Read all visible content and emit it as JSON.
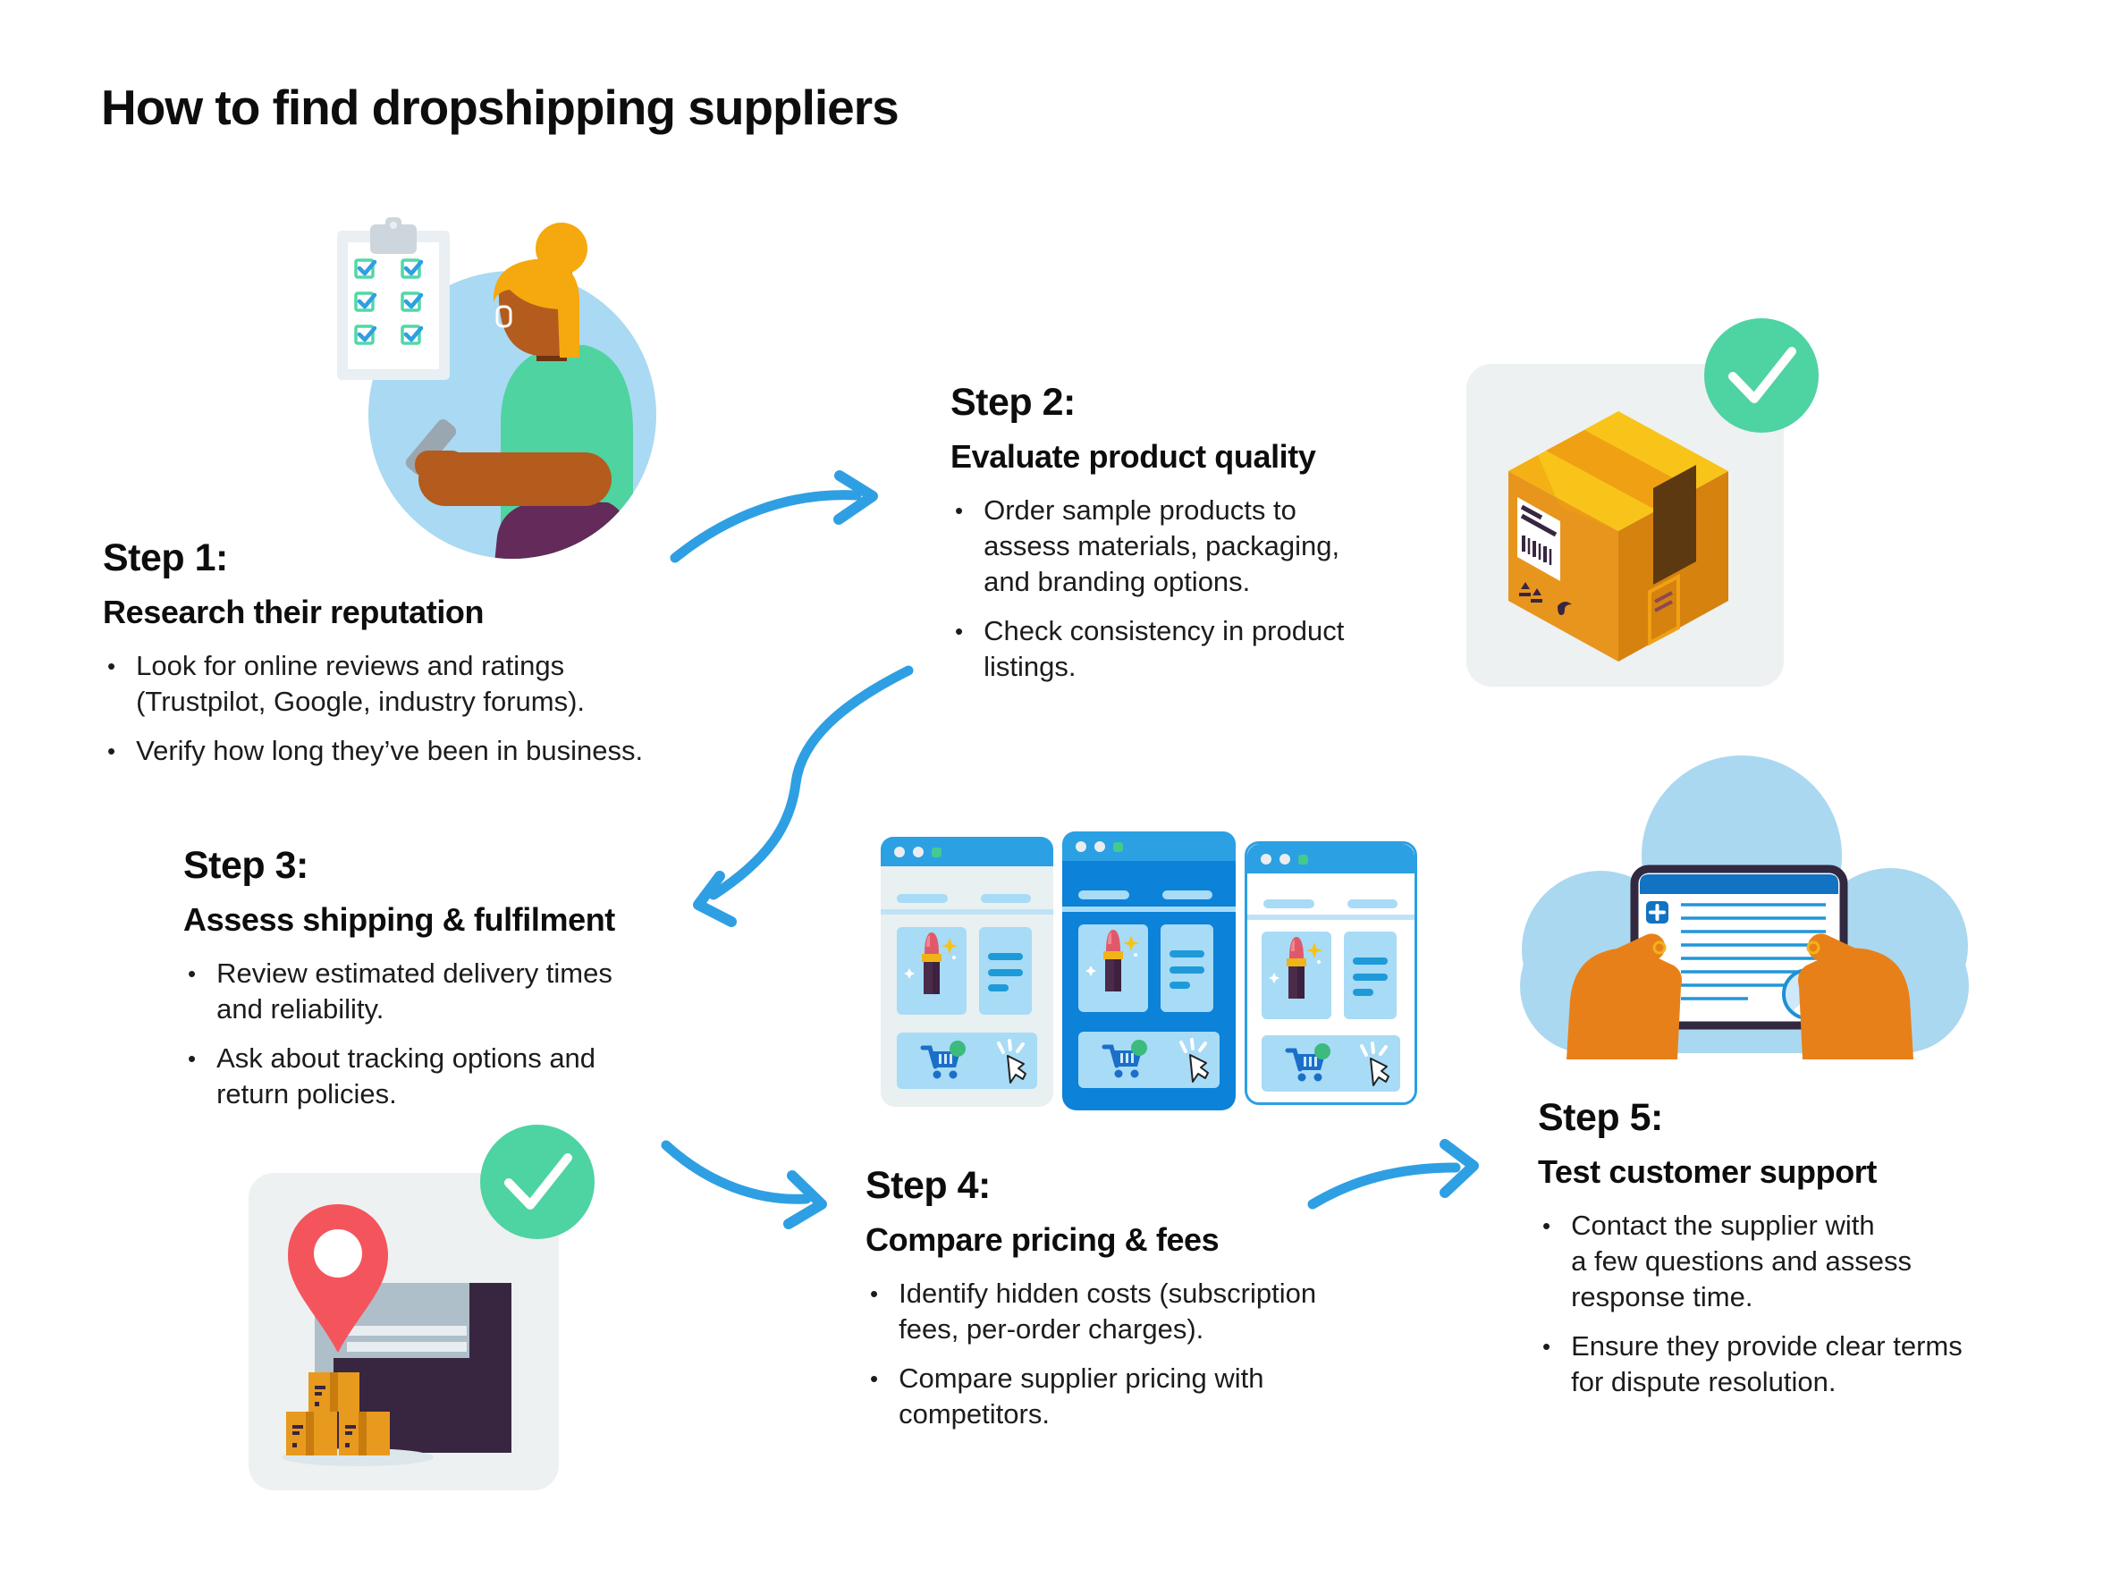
{
  "page": {
    "title": "How to find dropshipping suppliers"
  },
  "steps": [
    {
      "label": "Step 1:",
      "heading": "Research their reputation",
      "bullets": [
        "Look for online reviews and ratings\n(Trustpilot, Google, industry forums).",
        "Verify how long they’ve been in business."
      ]
    },
    {
      "label": "Step 2:",
      "heading": "Evaluate product quality",
      "bullets": [
        "Order sample products to\nassess materials, packaging,\nand branding options.",
        "Check consistency in product\nlistings."
      ]
    },
    {
      "label": "Step 3:",
      "heading": "Assess shipping & fulfilment",
      "bullets": [
        "Review estimated delivery times\nand reliability.",
        "Ask about tracking options and\nreturn policies."
      ]
    },
    {
      "label": "Step 4:",
      "heading": "Compare pricing & fees",
      "bullets": [
        "Identify hidden costs (subscription\nfees, per-order charges).",
        "Compare supplier pricing with\ncompetitors."
      ]
    },
    {
      "label": "Step 5:",
      "heading": "Test customer support",
      "bullets": [
        "Contact the supplier with\na few questions and assess\nresponse time.",
        "Ensure they provide clear terms\nfor dispute resolution."
      ]
    }
  ],
  "bullet_glyph": "•",
  "colors": {
    "arrow_blue": "#2f9fe3",
    "success_green": "#4ed3a2",
    "sky_blue": "#a9d9f3",
    "panel_gray": "#edf1f1",
    "browser_titlebar": "#2ba0e3",
    "browser_deep_blue": "#0c82d8",
    "browser_panel_blue": "#a7dbf6",
    "box_orange": "#e8951d",
    "pin_red": "#f4555d",
    "hand_orange": "#e8801a",
    "hair_orange": "#f5a90e",
    "shirt_green": "#4fd3a0",
    "pants_purple": "#632a5a"
  },
  "illustrations": [
    {
      "name": "person-checking-supplier-reviews",
      "elements": [
        "clipboard-checklist",
        "person-with-phone"
      ]
    },
    {
      "name": "sample-product-box",
      "elements": [
        "cardboard-box",
        "checkmark-badge"
      ]
    },
    {
      "name": "warehouse-location",
      "elements": [
        "location-pin",
        "warehouse",
        "crates",
        "checkmark-badge"
      ]
    },
    {
      "name": "supplier-storefront-comparison",
      "elements": [
        "browser-window",
        "lipstick-product",
        "cart-icon",
        "click-cursor"
      ]
    },
    {
      "name": "cloud-support-tablet",
      "elements": [
        "cloud",
        "tablet-form",
        "hands"
      ]
    }
  ]
}
